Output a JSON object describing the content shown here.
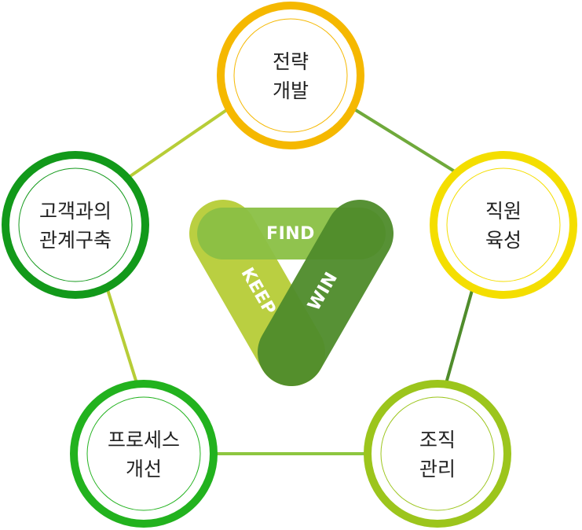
{
  "nodes": [
    {
      "id": "strategy",
      "line1": "전략",
      "line2": "개발",
      "color": "#f5b800"
    },
    {
      "id": "staff",
      "line1": "직원",
      "line2": "육성",
      "color": "#f4de00"
    },
    {
      "id": "org",
      "line1": "조직",
      "line2": "관리",
      "color": "#9cc51c"
    },
    {
      "id": "process",
      "line1": "프로세스",
      "line2": "개선",
      "color": "#22b21e"
    },
    {
      "id": "customer",
      "line1": "고객과의",
      "line2": "관계구축",
      "color": "#12991a"
    }
  ],
  "center": {
    "find": "FIND",
    "keep": "KEEP",
    "win": "WIN",
    "colors": {
      "find": "#8bc045",
      "keep": "#b7cd37",
      "win": "#4f8c2b"
    }
  },
  "connector_colors": {
    "strategy_staff": "#6fa93b",
    "staff_org": "#4f8c2b",
    "org_process": "#8dc63f",
    "process_customer": "#b7cd37",
    "customer_strategy": "#b7cd37"
  }
}
